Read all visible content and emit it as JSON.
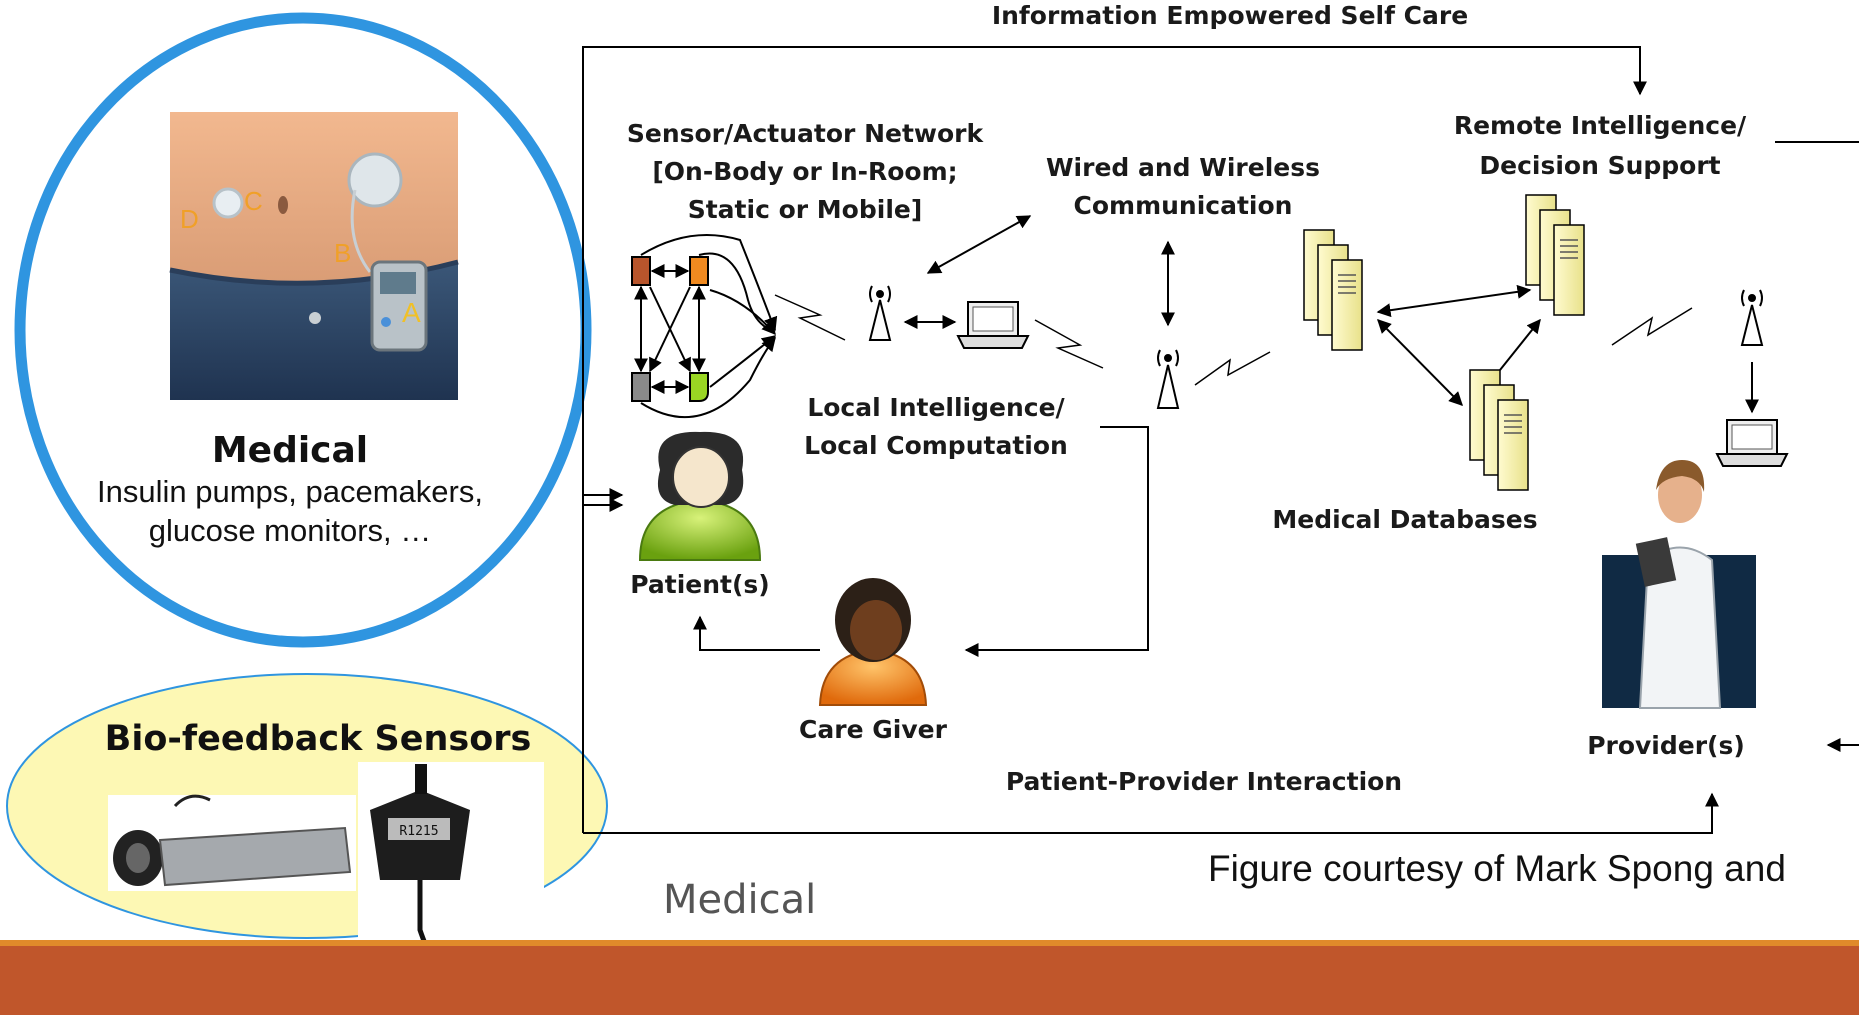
{
  "labels": {
    "self_care": "Information Empowered Self Care",
    "sensor_net_1": "Sensor/Actuator Network",
    "sensor_net_2": "[On-Body or In-Room;",
    "sensor_net_3": "Static or Mobile]",
    "wired_1": "Wired and Wireless",
    "wired_2": "Communication",
    "remote_1": "Remote Intelligence/",
    "remote_2": "Decision Support",
    "local_1": "Local Intelligence/",
    "local_2": "Local Computation",
    "databases": "Medical Databases",
    "patients": "Patient(s)",
    "caregiver": "Care Giver",
    "providers": "Provider(s)",
    "interaction": "Patient-Provider Interaction"
  },
  "medical_panel": {
    "title": "Medical",
    "line1": "Insulin pumps, pacemakers,",
    "line2": "glucose monitors, …",
    "tags": [
      "A",
      "B",
      "C",
      "D"
    ]
  },
  "biofeedback": {
    "title": "Bio-feedback Sensors",
    "device_code": "R1215"
  },
  "footer": {
    "slide_title": "Medical",
    "credit": "Figure courtesy of Mark Spong and"
  },
  "colors": {
    "ellipse_stroke": "#2f95e0",
    "biofeedback_fill": "#fdf8b4",
    "footer_bar": "#c0562b",
    "footer_accent": "#e08a2a",
    "node_brown": "#b8552c",
    "node_orange": "#f08a20",
    "node_gray": "#8a8a8a",
    "node_green": "#9ad623"
  }
}
